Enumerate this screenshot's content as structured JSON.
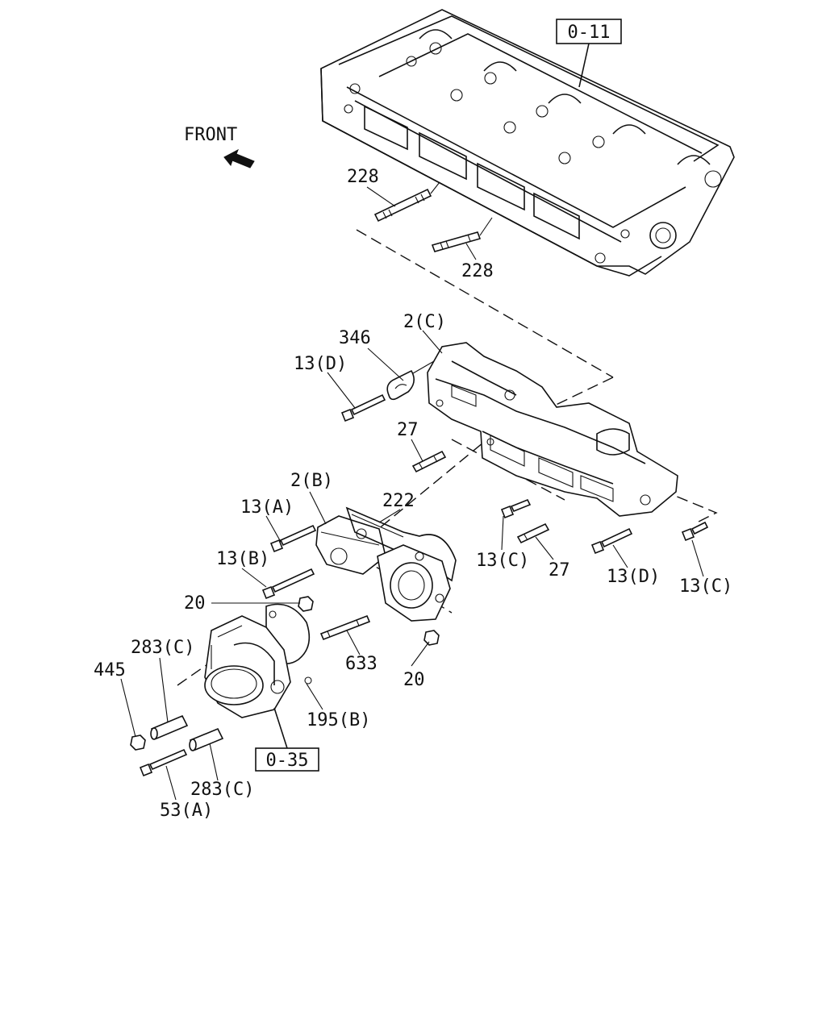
{
  "front_label": "FRONT",
  "refs": {
    "ref_0_11": "0-11",
    "ref_0_35": "0-35"
  },
  "labels": {
    "p228_top": "228",
    "p228_bottom": "228",
    "p346": "346",
    "p2c": "2(C)",
    "p13d_left": "13(D)",
    "p27_upper": "27",
    "p2b": "2(B)",
    "p222": "222",
    "p13a": "13(A)",
    "p13b": "13(B)",
    "p20_left": "20",
    "p633": "633",
    "p20_bottom": "20",
    "p283c_upper": "283(C)",
    "p445": "445",
    "p195b": "195(B)",
    "p283c_lower": "283(C)",
    "p53a": "53(A)",
    "p13c_left": "13(C)",
    "p27_lower": "27",
    "p13d_right": "13(D)",
    "p13c_right": "13(C)"
  }
}
